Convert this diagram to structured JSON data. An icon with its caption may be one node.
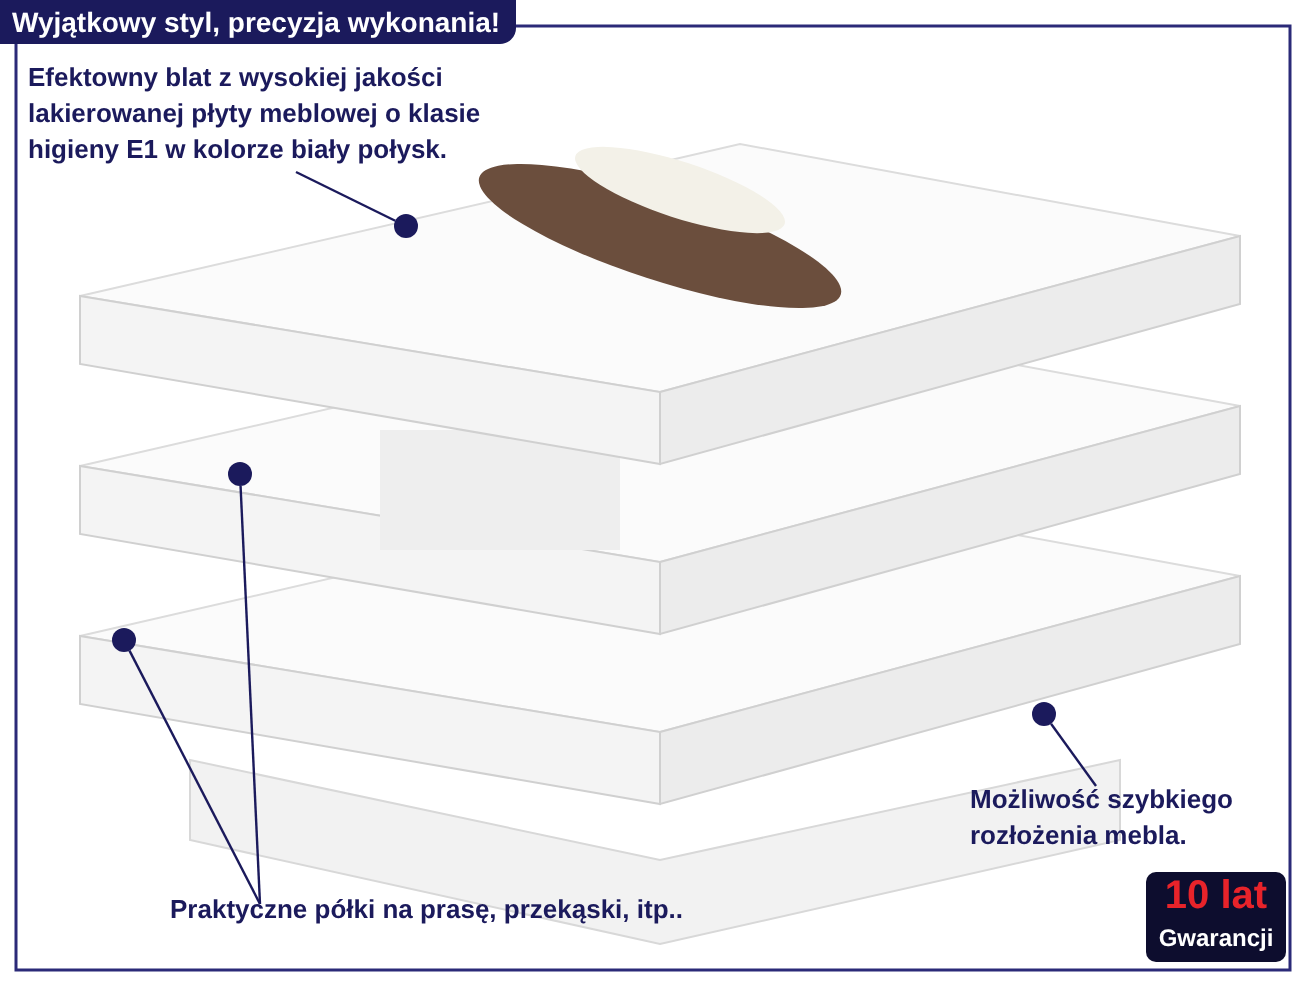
{
  "diagram": {
    "title": "Wyjątkowy styl, precyzja wykonania!",
    "nodes": [
      {
        "text": [
          "Efektowny blat z wysokiej jakości lakierowanej płyty meblowej o klasie higieny E1 w kolorze biały połysk."
        ]
      },
      {
        "text": [],
        "shape": "circle"
      },
      {
        "text": [
          "Praktyczne półki na prasę, przekąski, itp.."
        ]
      },
      {
        "text": [],
        "shape": "circle"
      },
      {
        "text": [],
        "shape": "circle"
      },
      {
        "text": [
          "Możliwość szybkiego rozłożenia mebla."
        ]
      },
      {
        "text": [],
        "shape": "circle"
      }
    ],
    "edges": [
      {
        "from": 0,
        "to": 1,
        "arrow": "none"
      },
      {
        "from": 2,
        "to": 3,
        "arrow": "none"
      },
      {
        "from": 2,
        "to": 4,
        "arrow": "none"
      },
      {
        "from": 5,
        "to": 6,
        "arrow": "none"
      }
    ],
    "labels": [
      "10 lat",
      "Gwarancji"
    ]
  }
}
